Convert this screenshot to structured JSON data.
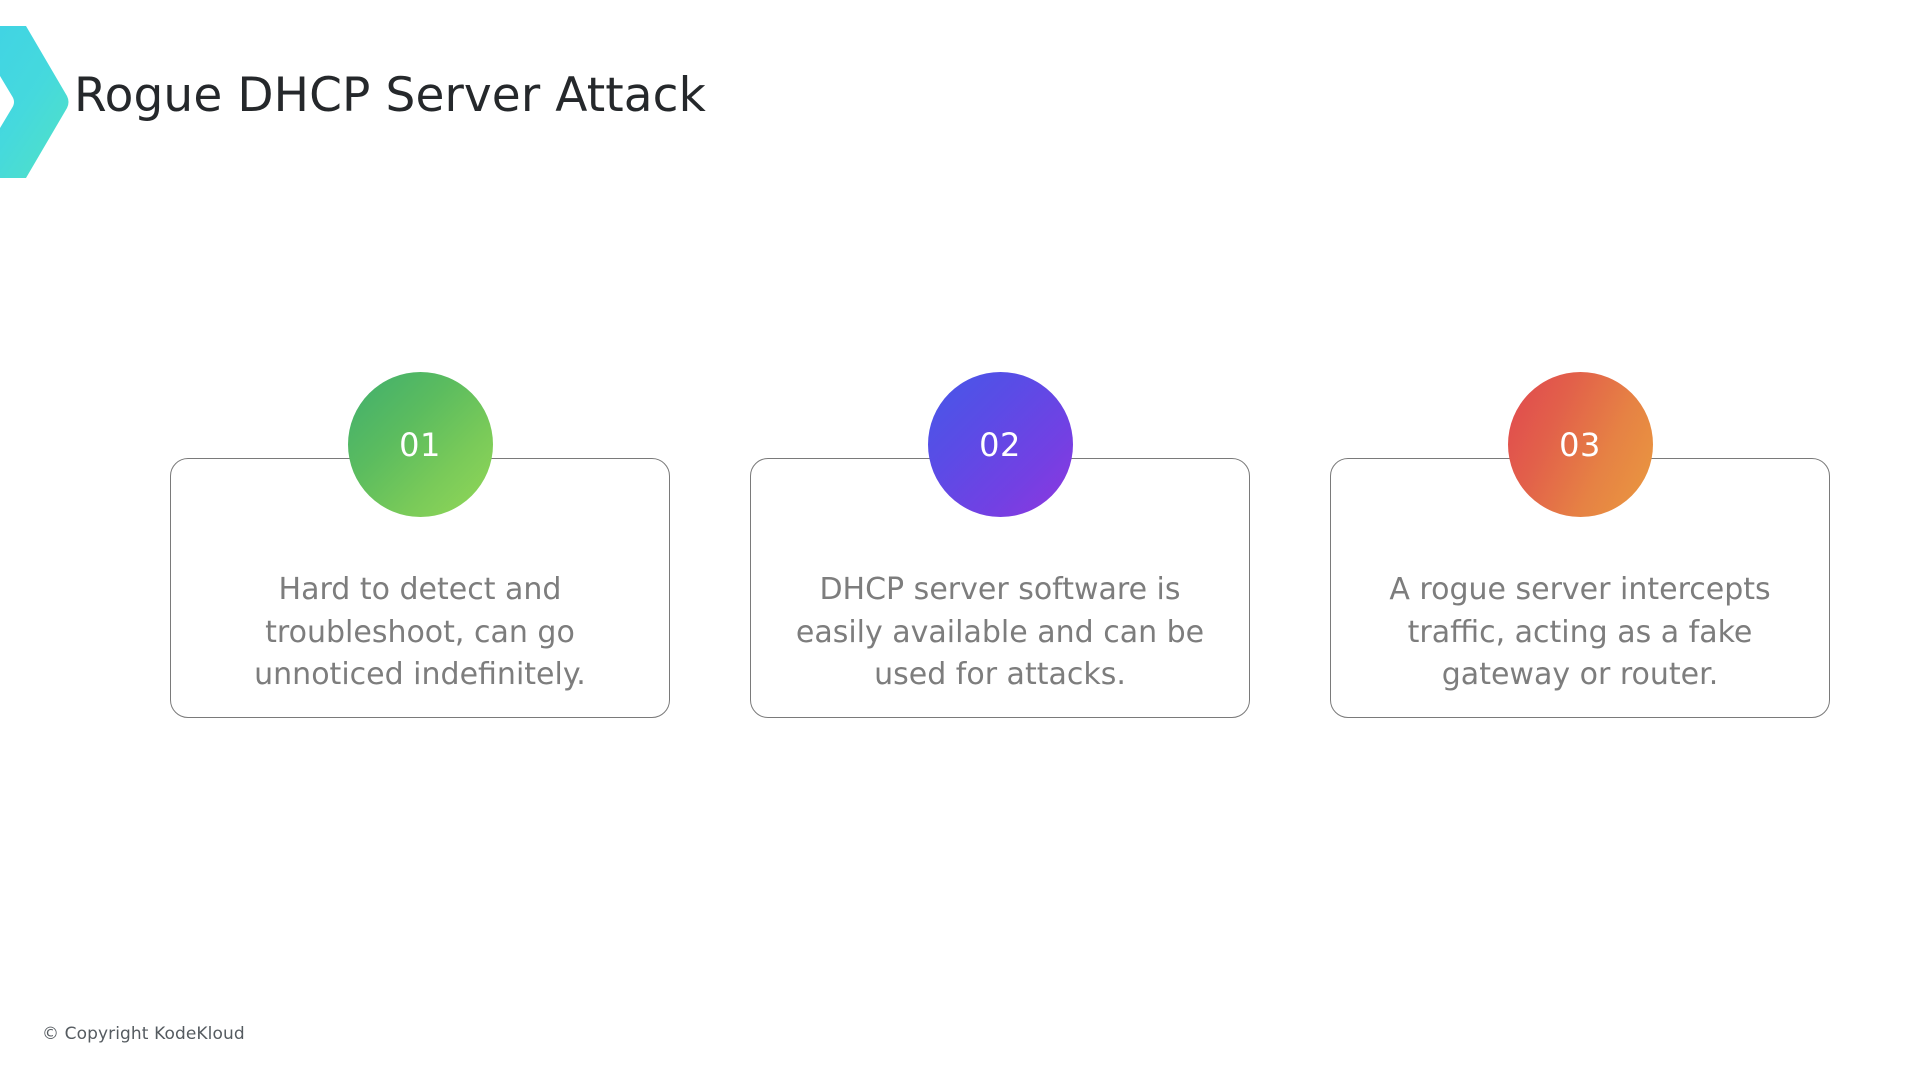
{
  "brand": {
    "mark_name": "chevron-logo",
    "gradient_from": "#3fd9e0",
    "gradient_to": "#4fe0c8"
  },
  "header": {
    "title": "Rogue DHCP Server Attack"
  },
  "cards": [
    {
      "number": "01",
      "text": "Hard to detect and troubleshoot, can go unnoticed indefinitely.",
      "accent_from": "#3fae6e",
      "accent_to": "#93d858"
    },
    {
      "number": "02",
      "text": "DHCP server software is easily available and can be used for attacks.",
      "accent_from": "#4658e8",
      "accent_to": "#8f37de"
    },
    {
      "number": "03",
      "text": "A rogue server intercepts traffic, acting as a fake gateway or router.",
      "accent_from": "#e0474f",
      "accent_to": "#ea9a3f"
    }
  ],
  "footer": {
    "copyright": "© Copyright KodeKloud"
  }
}
